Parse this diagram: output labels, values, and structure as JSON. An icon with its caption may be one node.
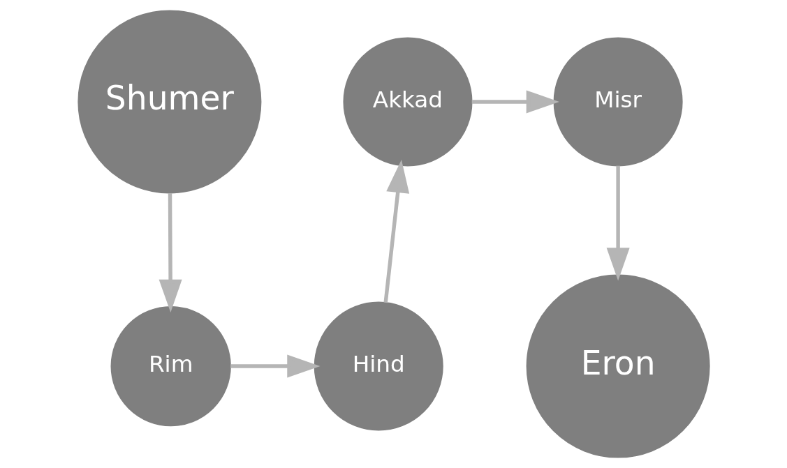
{
  "diagram": {
    "nodes": [
      {
        "text": [
          "Shumer"
        ]
      },
      {
        "text": [
          "Akkad"
        ]
      },
      {
        "text": [
          "Misr"
        ]
      },
      {
        "text": [
          "Rim"
        ]
      },
      {
        "text": [
          "Hind"
        ]
      },
      {
        "text": [
          "Eron"
        ]
      }
    ],
    "edges": [
      {
        "from": 0,
        "to": 3,
        "arrow": "to"
      },
      {
        "from": 3,
        "to": 4,
        "arrow": "to"
      },
      {
        "from": 4,
        "to": 1,
        "arrow": "to"
      },
      {
        "from": 1,
        "to": 2,
        "arrow": "to"
      },
      {
        "from": 2,
        "to": 5,
        "arrow": "to"
      }
    ]
  }
}
